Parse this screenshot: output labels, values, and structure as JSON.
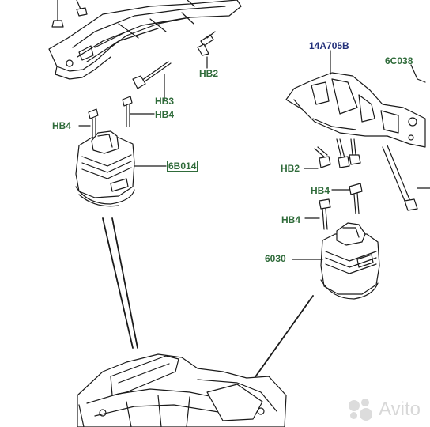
{
  "labels": {
    "hb2_top": "HB2",
    "hb3": "HB3",
    "hb4_left_upper": "HB4",
    "hb4_left_lower": "HB4",
    "part_6b014": "6B014",
    "part_14a705b": "14A705B",
    "part_6c038": "6C038",
    "hb2_right": "HB2",
    "hb4_right_upper": "HB4",
    "hb4_right_lower": "HB4",
    "part_6030": "6030"
  },
  "watermark": {
    "text": "Avito"
  },
  "colors": {
    "label_green": "#2f6b3a",
    "label_blue": "#23307a",
    "line": "#1a1a1a"
  }
}
